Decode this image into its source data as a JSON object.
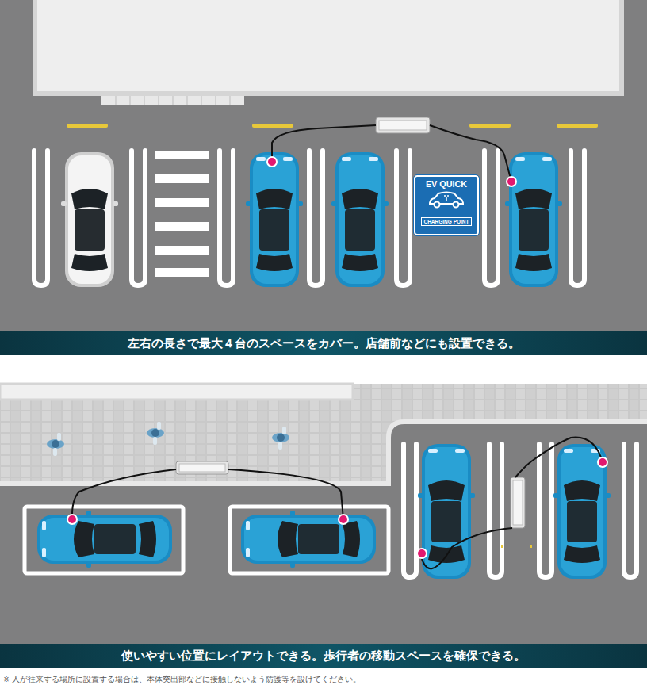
{
  "diagram": {
    "nodes": [
      {
        "text": [
          "EV QUICK",
          "CHARGING POINT"
        ]
      },
      {
        "text": [
          "左右の長さで最大４台のスペースをカバー。店舗前などにも設置できる。"
        ]
      },
      {
        "text": [
          "使いやすい位置にレイアウトできる。歩行者の移動スペースを確保できる。"
        ]
      }
    ],
    "labels": [
      "※ 人が往来する場所に設置する場合は、本体突出部などに接触しないよう防護等を設けてください。"
    ]
  }
}
